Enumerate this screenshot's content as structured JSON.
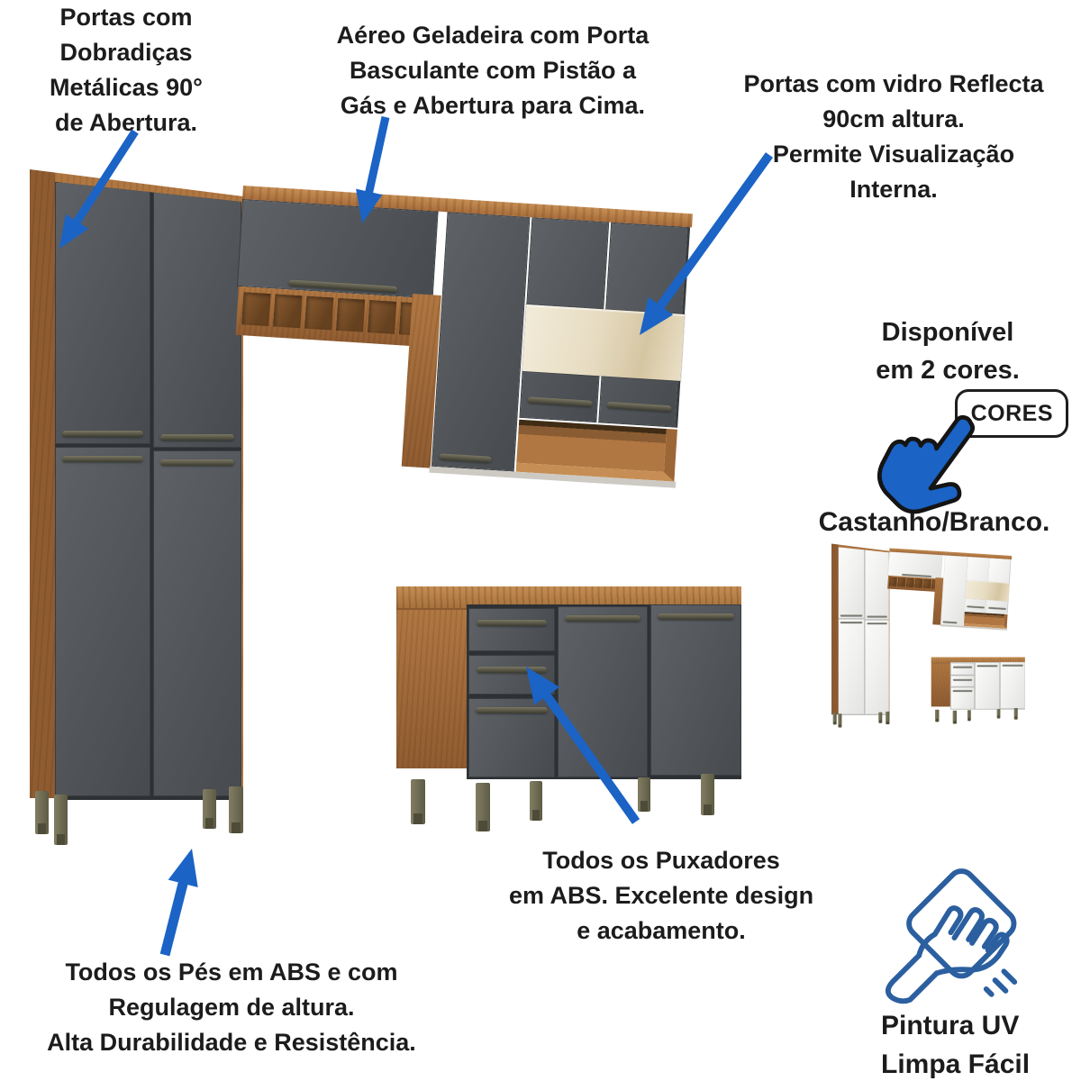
{
  "annotations": {
    "doors_hinges": "Portas com\nDobradiças\nMetálicas 90°\nde Abertura.",
    "aereo_geladeira": "Aéreo Geladeira com Porta\nBasculante com Pistão a\nGás e Abertura para Cima.",
    "glass_doors": "Portas com vidro Reflecta\n90cm altura.\nPermite Visualização\nInterna.",
    "colors_available": "Disponível\nem 2 cores.",
    "cores_button_label": "CORES",
    "color_variant": "Castanho/Branco.",
    "handles": "Todos os Puxadores\nem ABS. Excelente design\ne acabamento.",
    "feet": "Todos os Pés em ABS e com\nRegulagem de altura.\nAlta Durabilidade e Resistência.",
    "uv_paint": "Pintura UV\nLimpa Fácil"
  },
  "colors": {
    "arrow_blue": "#1b63c5",
    "icon_blue": "#2b5f9f",
    "text": "#1c1c1c",
    "wood": "#b07742",
    "wood_dark": "#8f5c31",
    "wood_light": "#c68e54",
    "door_graphite": "#54585c",
    "door_white": "#f2f2f0",
    "glass_beige": "#e7dcc2",
    "leg_olive": "#6e6a52"
  }
}
